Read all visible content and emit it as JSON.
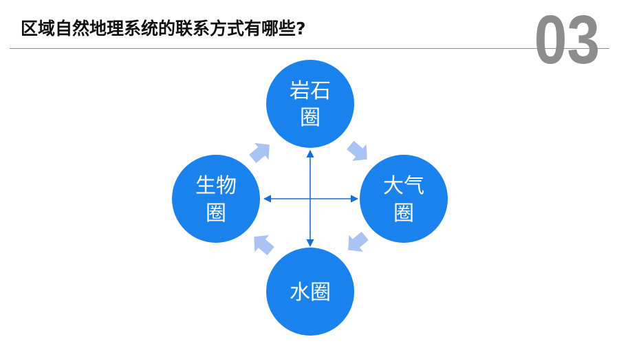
{
  "header": {
    "title": "区域自然地理系统的联系方式有哪些?",
    "section_number": "03"
  },
  "diagram": {
    "nodes": {
      "rock": {
        "line1": "岩石",
        "line2": "圈"
      },
      "atmosphere": {
        "line1": "大气",
        "line2": "圈"
      },
      "water": {
        "line1": "水圈"
      },
      "bio": {
        "line1": "生物",
        "line2": "圈"
      }
    },
    "colors": {
      "node": "#1a82ec",
      "cycle_arrow": "#a9c3f2",
      "connector": "#1a6fd4",
      "number": "#8d8d8d"
    }
  }
}
